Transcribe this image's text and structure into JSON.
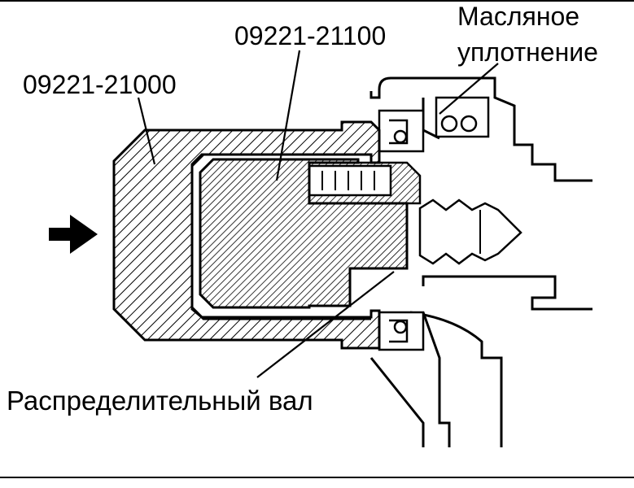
{
  "labels": {
    "tool_outer": "09221-21000",
    "tool_inner": "09221-21100",
    "oil_seal_line1": "Масляное",
    "oil_seal_line2": "уплотнение",
    "camshaft": "Распределительный вал"
  },
  "icons": {
    "push_direction": "arrow-right-icon"
  },
  "colors": {
    "ink": "#000000",
    "paper": "#ffffff"
  }
}
